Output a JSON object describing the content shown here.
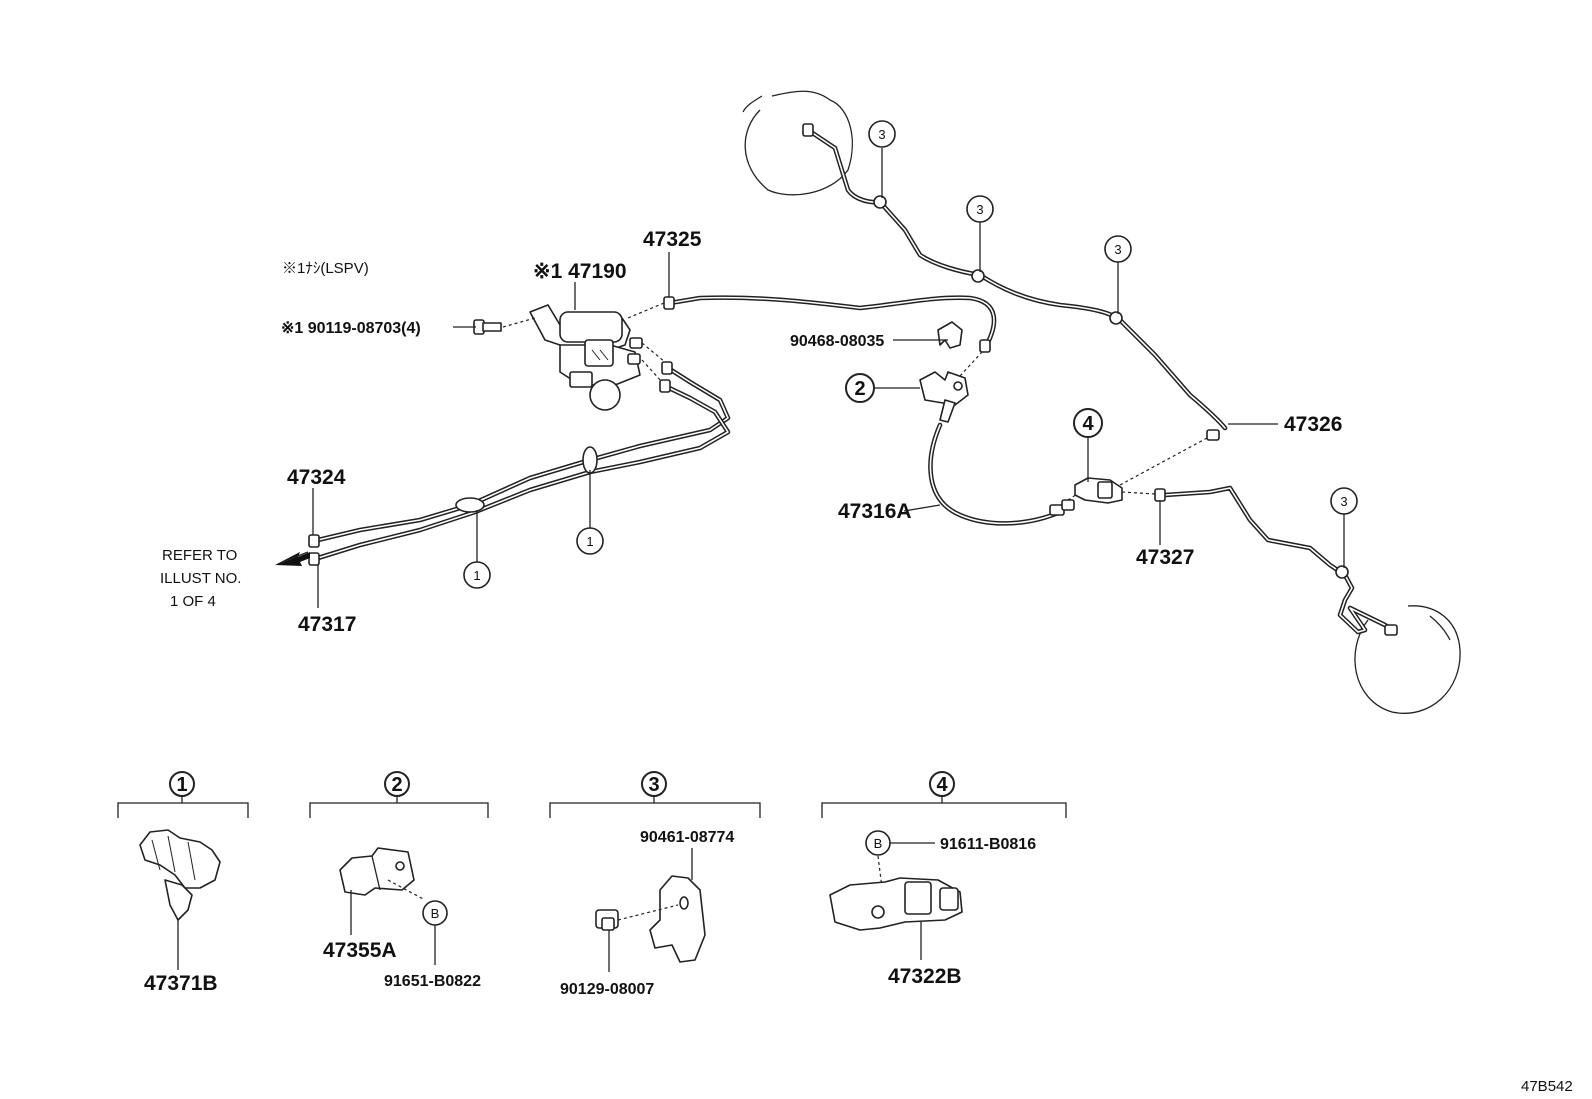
{
  "parts": {
    "p47325": "47325",
    "p47190": "※1 47190",
    "note_lspv": "※1ﾅｼ(LSPV)",
    "bolt": "※1 90119-08703(4)",
    "p90468": "90468-08035",
    "p47326": "47326",
    "p47324": "47324",
    "p47317": "47317",
    "p47316A": "47316A",
    "p47327": "47327",
    "refer_line1": "REFER TO",
    "refer_line2": "ILLUST NO.",
    "refer_line3": "1  OF  4"
  },
  "callouts": {
    "c1": "1",
    "c2": "2",
    "c3": "3",
    "c4": "4"
  },
  "groups": {
    "g1": {
      "num": "1",
      "part": "47371B"
    },
    "g2": {
      "num": "2",
      "part": "47355A",
      "sub_mark": "B",
      "sub_part": "91651-B0822"
    },
    "g3": {
      "num": "3",
      "part_top": "90461-08774",
      "part_bottom": "90129-08007"
    },
    "g4": {
      "num": "4",
      "sub_mark": "B",
      "sub_part": "91611-B0816",
      "part": "47322B"
    }
  },
  "figure_code": "47B542"
}
